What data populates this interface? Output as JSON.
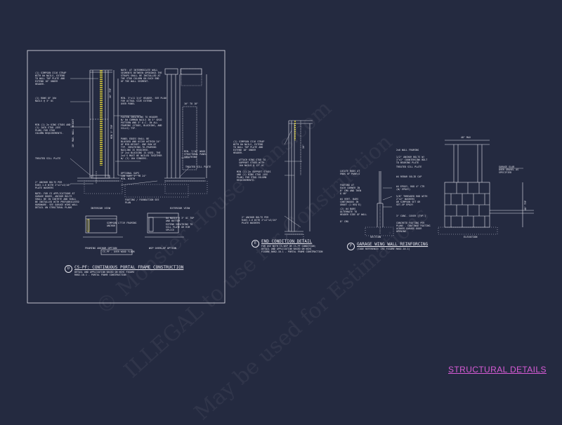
{
  "sheet_title": "STRUCTURAL DETAILS",
  "watermark": {
    "lines": [
      "© Monster House Plans.com",
      "ILLEGAL to use for Construction",
      "May be used for Estimations"
    ]
  },
  "detail_d": {
    "marker": "D",
    "title": "CS-PF: CONTINUOUS PORTAL FRAME CONSTRUCTION",
    "subtitle": "DETAIL AND APPLICATION BASED ON NCHC FIGURE\nR602.10.1 - PORTAL FRAME CONSTRUCTION",
    "box_label": "CS-PF - OVER WOOD FLOOR",
    "interior_view": "INTERIOR VIEW",
    "exterior_view": "EXTERIOR VIEW",
    "framing_anchor_option": "FRAMING ANCHOR OPTION",
    "wsp_overlap_option": "WSP OVERLAP OPTION",
    "notes": {
      "strap": "(1) SIMPSON CS16 STRAP\nWITH 8d NAILS, EXTEND\nTO WALL TOP PLATE AND\nEXTEND 18\" UNDER\nHEADER.",
      "rows": "(1) ROWS OF 16d\nNAILS @ 3\" OC",
      "king": "MIN (1) 2x KING STUDS AND\n(1) JACK STUD (SEE\nPLAN) FOR STUD\nCOLUMN REQUIREMENTS.",
      "sill": "TREATED SILL PLATE",
      "anchor": "2\" ANCHOR BOLTS PER\nR403.1.6 WITH 2\"x2\"x3/16\"\nPLATE WASHERS",
      "garage": "NOTE: FOR CS APPLICATIONS AT\nGARAGE DOORS, ANCHOR BOLTS\nSHALL BE IN CONTRTE AND SHALL\nBE INSTALLED WITH PREFABRICATED\nHARDWARE. SEE GARAGE WING WALL\nDETAIL ON STRUCTURAL PLANS",
      "intermediate": "NOTE: AT INTERMEDIATE WALL\nSEGMENTS BETWEEN OPENINGS THE\nSTRAPS SHALL BE INSTALLED AT\nTHE STUD COLUMN ON EACH END\nOF THE WALL SEGMENT.",
      "header": "MIN. 3\"x11 3/4\" HEADER, SEE PLAN\nFOR ACTUAL SIZE EXTEND\nOVER PANEL",
      "fasten": "FASTEN SHEATHING TO HEADER\nW/ 8d COMMON NAILS IN 3\" GRID\nPATTERN AND 3\" O.C. IN ALL\nFRAMING (STUDS, BLOCKING, AND\nSILLS) TYP.",
      "panel": "PANEL EDGES SHALL BE\nBLOCKED AND OCCUR WITHIN 24\"\nOF MID-HEIGHT. ONE ROW OF\nTYP. SHEATHING-TO-FRAMING\nNAILING IS REQUIRED.\nIF 2x4 BLOCKING IS USED, THE\n2x4'S MUST BE NAILED TOGETHER\nW/ (3) 16d SINKERS.",
      "gap": "OPTIONAL GAPS\nCAN VARY 1\" TO 24\"\nMIN. WIDTH",
      "footing": "FOOTING / FOUNDATION SEE\nPLAN",
      "structural_panel": "MIN. 7/16\" WOOD\nSTRUCTURAL PANEL\nSHEATHING",
      "treated_sill": "TREATED SILL PLATE",
      "strap_anchor": "SIMPSON LTT19 FRAMING\nANCHOR",
      "nails_top": "8d NAILS @ 3\" OC TOP\nAND BOTTOM",
      "extend_sheathing": "EXTEND SHEATHING TO\nSILL PLATE OR RIM\nSPLICE",
      "dim_min": "MIN 3\" TYP",
      "dim_height": "10' MAX. WALL HEIGHT",
      "dim_beam": "16\" TYP",
      "dim_panel": "16\" TO 18\""
    }
  },
  "detail_e": {
    "marker": "E",
    "title": "END CONDITION DETAIL",
    "subtitle": "FOR USE WITH CS-WSP OR CS-PF CONDITION;\nDETAIL AND APPLICATION BASED ON NCHC\nFIGURE R602.10.1 - PORTAL FRAME CONSTRUCTION",
    "notes": {
      "strap": "(1) SIMPSON CS16 STRAP\nWITH 8d NAILS, EXTEND\nTO WALL TOP PLATE AND\nEXTEND 18\" UNDER\nHEADER.",
      "attach": "ATTACH KING STUD TO\nSUPPORT STUDS WITH\n16d NAILS @ 12\" OC",
      "min_support": "MIN (1) 2x SUPPORT STUDS\nAND (1) KING STUD (SEE\nPLAN) FOR STUD COLUMN\nREQUIREMENTS.",
      "anchor": "2\" ANCHOR BOLTS PER\nR403.1.6 WITH 2\"x2\"x3/16\"\nPLATE WASHERS",
      "dim": "16\""
    }
  },
  "detail_f": {
    "marker": "F",
    "title": "GARAGE WING WALL REINFORCING",
    "subtitle": "(CODE REFERENCE: IRC FIGURE R602.10.1)",
    "section_label": "SECTION",
    "elevation_label": "ELEVATION",
    "notes": {
      "wall_framing": "2x6 WALL FRAMING",
      "top_plate": "1/2\" ANCHOR BOLTS W/\n1\"x1\" COUNTERSINK BOLT\nTO BEARING PLATE",
      "treated": "TREATED SILL PLATE",
      "locate": "LOCATE RODS AT\nENDS OF PANELS",
      "footing_at": "FOOTING AT\nEACH CORNER IN\n8\" CMU AND THEN\n@ 48\"",
      "rebar": "#4 VERT. BARS\nCONTINUOUS IN\nGROUT (1 REQ'D)",
      "bars2": "(2) #4 BARS\nALTERNATE TO\nHEADER SIDE OF WALL",
      "dim8": "8\" CMU",
      "simpson": "#4 REBAR SOLID CAP",
      "epoxy": "#4 EPOXY, ROD 4\" CTR\n(W/ EPOXY)",
      "threaded": "5/8\" THREADED ROD WITH\n2\"x2\" WASHERS\nOR SIMPSON SET OR\nSET-XP EPOXY",
      "conc_cover": "3\" CONC. COVER (TYP.)",
      "concrete_footing": "CONCRETE FOOTING PER\nPLANS - CONTINUE FOOTING\nACROSS GARAGE DOOR\nOPENING",
      "garage_slab": "GARAGE SLAB\nOVER GRAVEL AS\nSPECIFIED",
      "dim_max": "48\" MAX",
      "dim_typ": "48\" TYP"
    }
  }
}
